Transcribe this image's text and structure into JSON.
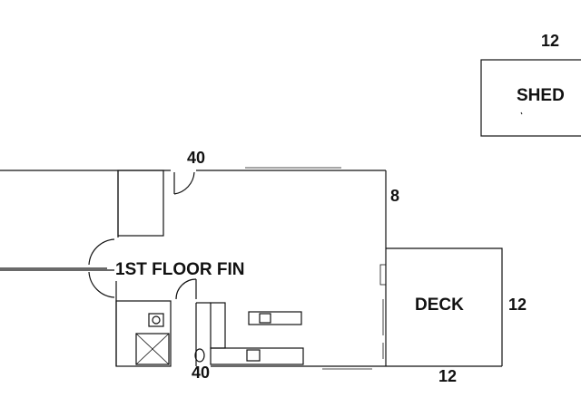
{
  "shed": {
    "label": "SHED",
    "width_label": "12"
  },
  "main_floor": {
    "label": "1ST FLOOR FIN",
    "top_dimension": "40",
    "bottom_dimension": "40",
    "right_dimension": "8"
  },
  "deck": {
    "label": "DECK",
    "side_dimension": "12",
    "bottom_dimension": "12"
  },
  "colors": {
    "line": "#111111",
    "background": "#ffffff"
  }
}
